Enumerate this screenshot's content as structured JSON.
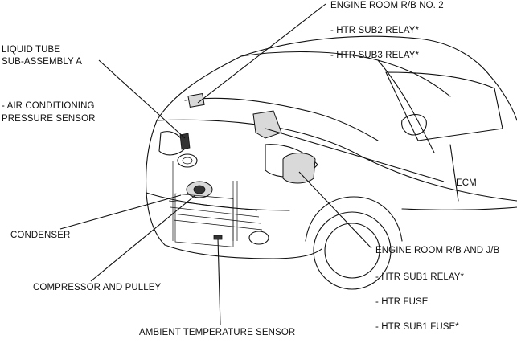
{
  "labels": {
    "engine_room_rb_no2": "ENGINE ROOM R/B NO. 2",
    "htr_sub2_relay": "- HTR SUB2 RELAY*",
    "htr_sub3_relay": "- HTR SUB3 RELAY*",
    "liquid_tube_1": "LIQUID TUBE",
    "liquid_tube_2": "SUB-ASSEMBLY A",
    "ac_sensor_1": "- AIR CONDITIONING",
    "ac_sensor_2": "PRESSURE SENSOR",
    "ecm": "ECM",
    "condenser": "CONDENSER",
    "engine_room_rb_jb": "ENGINE ROOM R/B AND J/B",
    "compressor": "COMPRESSOR AND PULLEY",
    "htr_sub1_relay": "- HTR SUB1 RELAY*",
    "htr_fuse": "- HTR FUSE",
    "ambient_sensor": "AMBIENT TEMPERATURE SENSOR",
    "htr_sub1_fuse": "- HTR SUB1 FUSE*"
  }
}
